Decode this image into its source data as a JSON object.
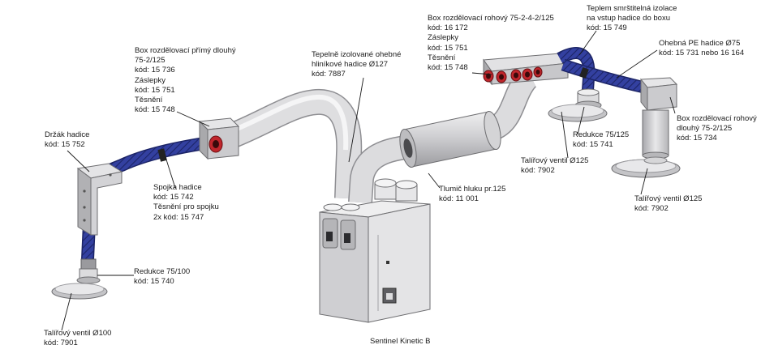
{
  "labels": {
    "drzak": [
      "Držák hadice",
      "kód: 15 752"
    ],
    "box_primy": [
      "Box rozdělovací přímý dlouhý",
      "75-2/125",
      "kód: 15 736",
      "Záslepky",
      "kód: 15 751",
      "Těsnění",
      "kód: 15 748"
    ],
    "tepelne_hadice": [
      "Tepelně izolované ohebné",
      "hliníkové hadice Ø127",
      "kód: 7887"
    ],
    "box_rohovy_2_4": [
      "Box rozdělovací rohový 75-2-4-2/125",
      "kód: 16 172",
      "Záslepky",
      "kód: 15 751",
      "Těsnění",
      "kód: 15 748"
    ],
    "teplem_izolace": [
      "Teplem  smrštitelná  izolace",
      "na vstup hadice do boxu",
      "kód: 15 749"
    ],
    "ohebna_pe": [
      "Ohebná PE hadice Ø75",
      "kód: 15 731 nebo 16 164"
    ],
    "box_rohovy_dlouhy": [
      "Box rozdělovací rohový",
      "dlouhý 75-2/125",
      "kód: 15 734"
    ],
    "spojka": [
      "Spojka hadice",
      "kód: 15 742",
      "Těsnění pro spojku",
      "2x kód: 15 747"
    ],
    "tlumic": [
      "Tlumič hluku pr.125",
      "kód: 11 001"
    ],
    "redukce_125": [
      "Redukce 75/125",
      "kód: 15 741"
    ],
    "talirovy_125_a": [
      "Talířový ventil Ø125",
      "kód: 7902"
    ],
    "talirovy_125_b": [
      "Talířový ventil Ø125",
      "kód: 7902"
    ],
    "redukce_100": [
      "Redukce 75/100",
      "kód: 15 740"
    ],
    "talirovy_100": [
      "Talířový ventil Ø100",
      "kód: 7901"
    ],
    "unit": [
      "Sentinel Kinetic B"
    ]
  },
  "colors": {
    "duct_insulation": "#dcdcde",
    "flex_hose": "#2e3a8c",
    "box_grey": "#cfcfd2",
    "seal_red": "#c0262c",
    "unit_body": "#e6e6e8",
    "leader_line": "#1a1a1a"
  }
}
